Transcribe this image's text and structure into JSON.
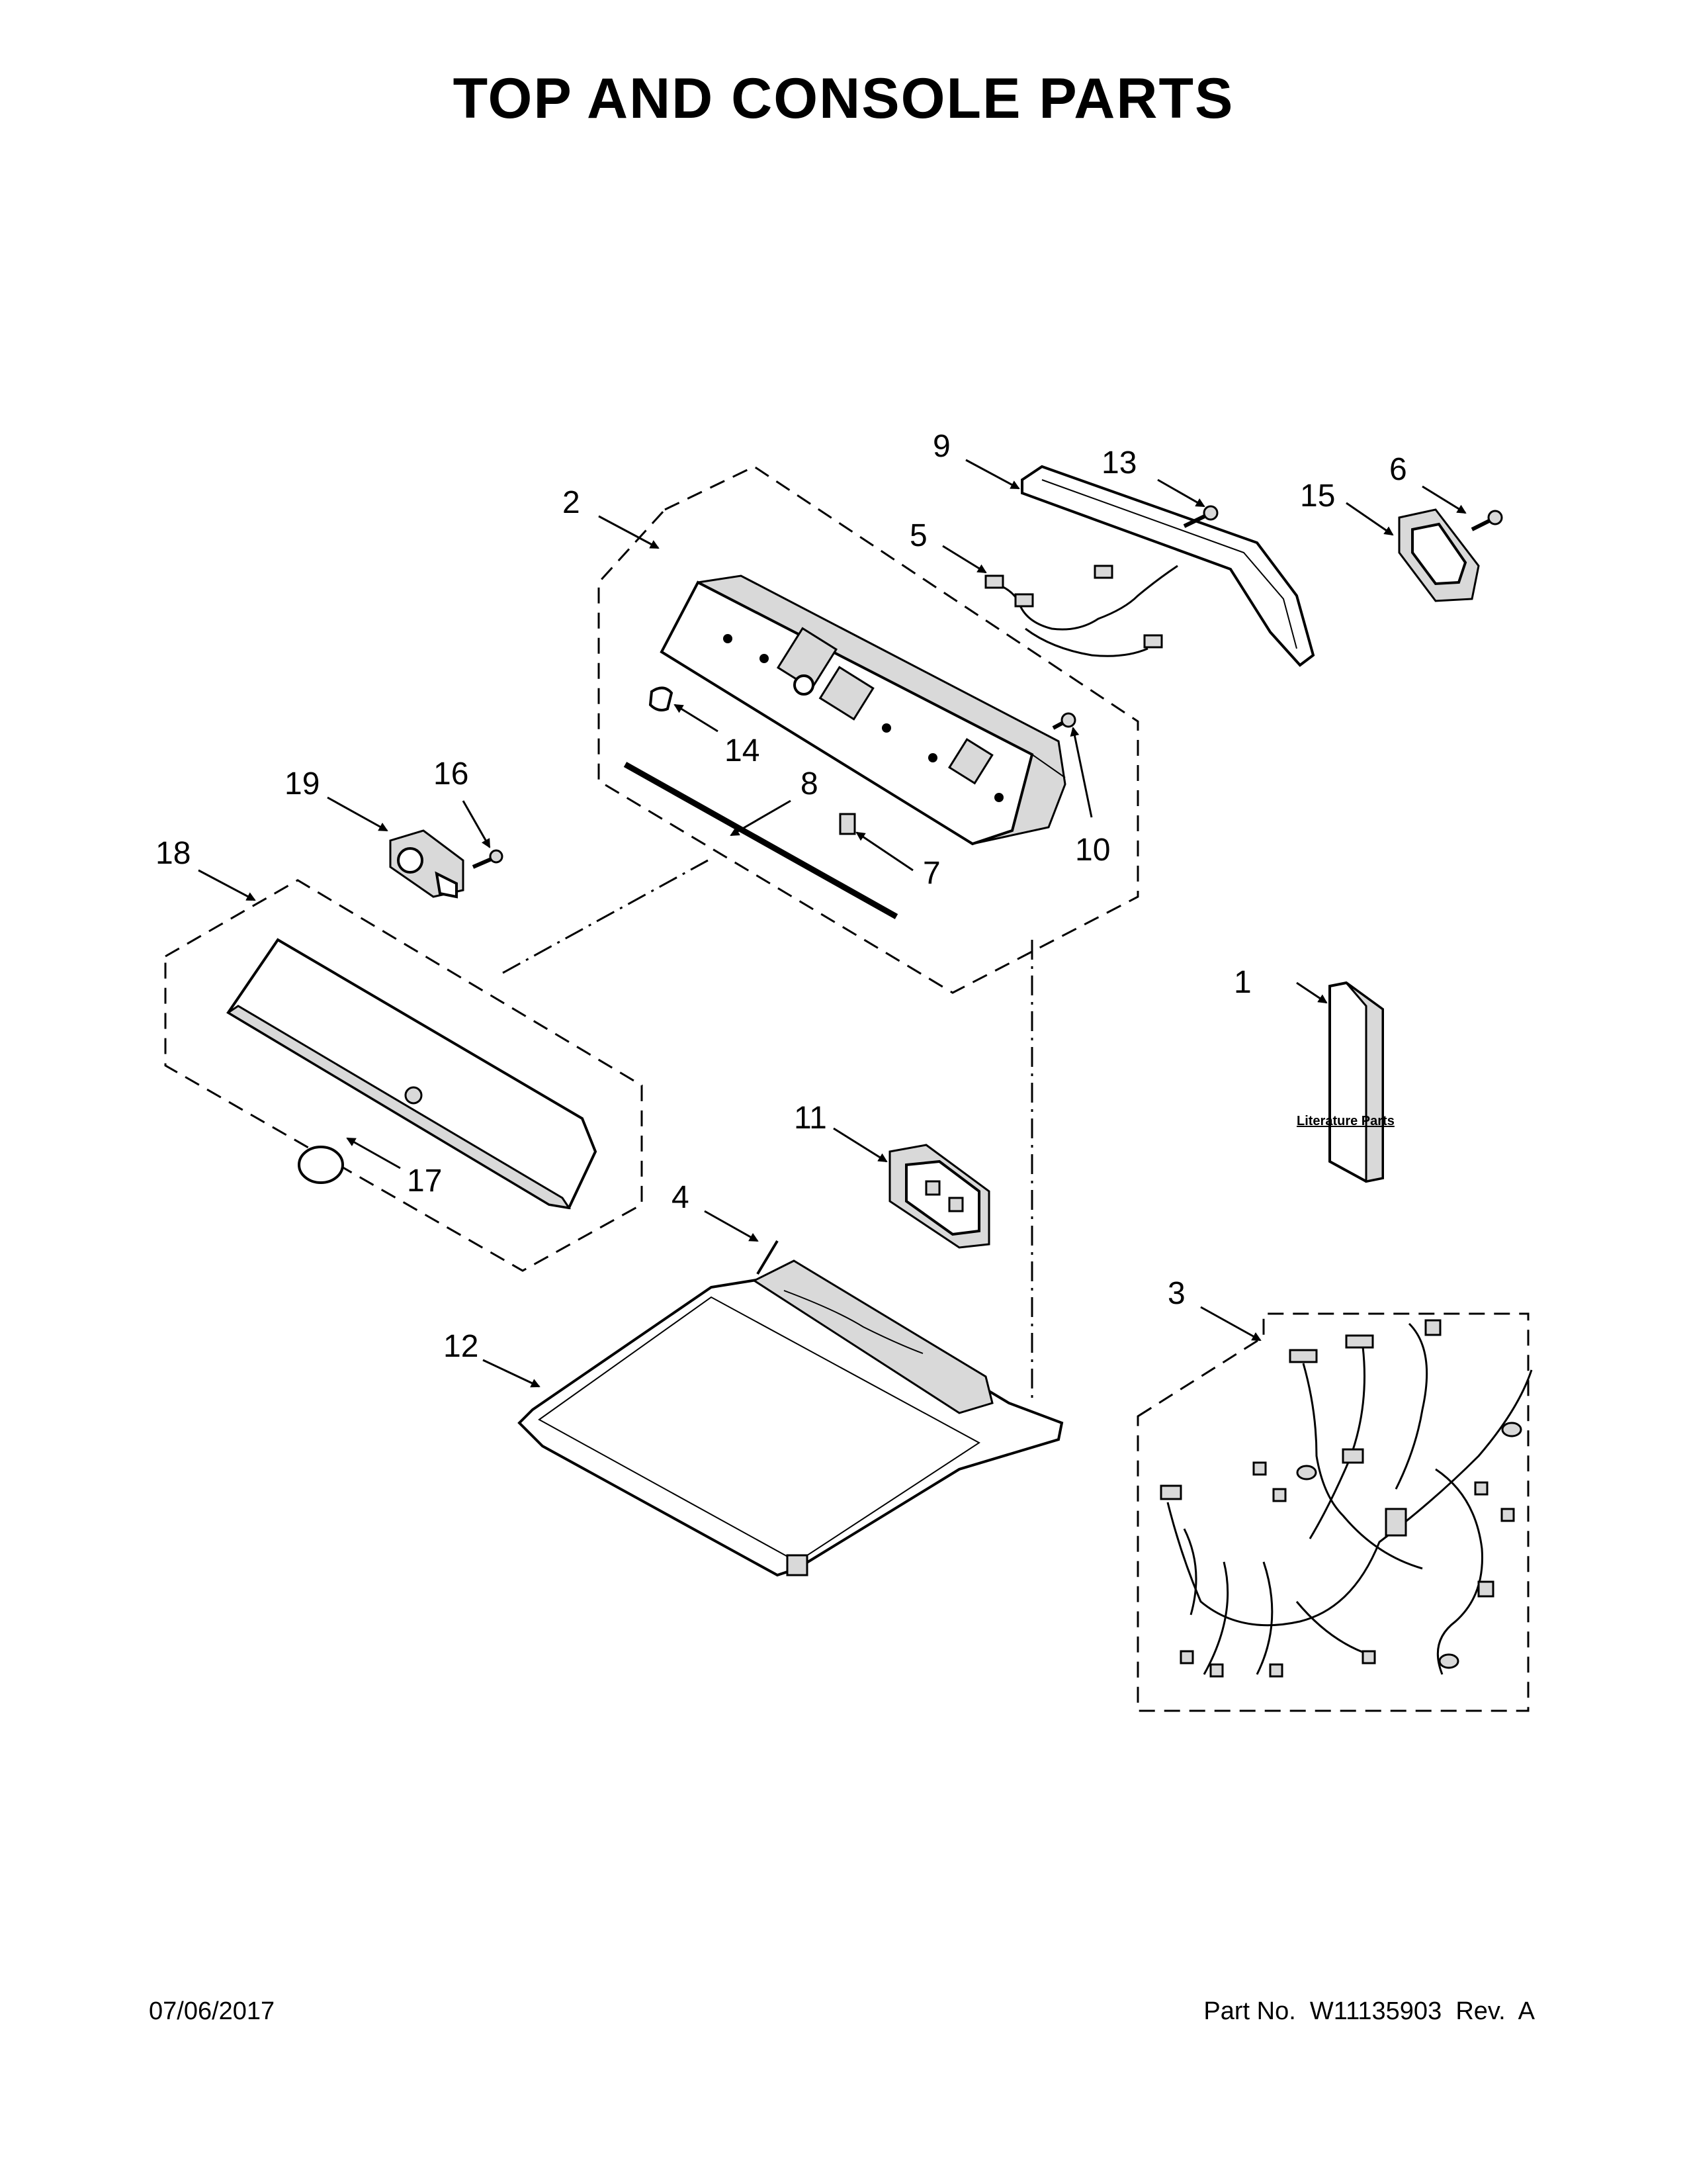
{
  "title": "TOP AND CONSOLE PARTS",
  "footer": {
    "date": "07/06/2017",
    "part_number": "Part No.  W11135903  Rev.  A"
  },
  "literature_label": "Literature Parts",
  "callouts": [
    "1",
    "2",
    "3",
    "4",
    "5",
    "6",
    "7",
    "8",
    "9",
    "10",
    "11",
    "12",
    "13",
    "14",
    "15",
    "16",
    "17",
    "18",
    "19"
  ]
}
